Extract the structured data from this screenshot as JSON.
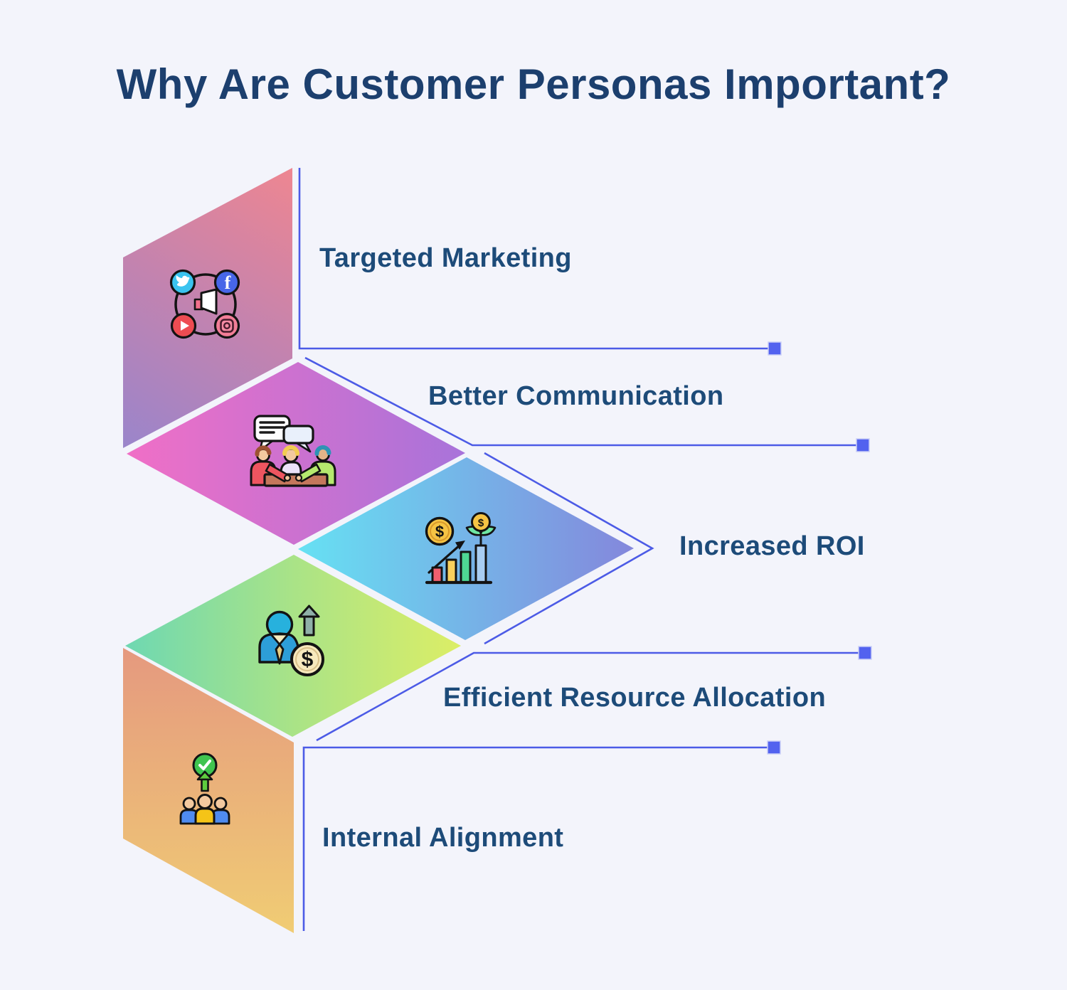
{
  "title": "Why Are Customer Personas Important?",
  "items": [
    {
      "label": "Targeted Marketing",
      "icon": "social-media-network-icon"
    },
    {
      "label": "Better Communication",
      "icon": "people-conversation-icon"
    },
    {
      "label": "Increased ROI",
      "icon": "money-growth-chart-icon"
    },
    {
      "label": "Efficient Resource Allocation",
      "icon": "person-salary-coin-icon"
    },
    {
      "label": "Internal Alignment",
      "icon": "team-approval-icon"
    }
  ],
  "colors": {
    "background": "#f3f4fb",
    "title_text": "#1c3f6e",
    "label_text": "#1d4b79",
    "connector_line": "#4c5be6",
    "connector_square": "#5262ef",
    "shape1_a": "#ee8691",
    "shape1_b": "#9a85cb",
    "shape2_a": "#f06fc6",
    "shape2_b": "#a873da",
    "shape3_a": "#66e1f3",
    "shape3_b": "#8487dc",
    "shape4_a": "#6ed8b2",
    "shape4_b": "#dcee66",
    "shape5_a": "#e5997f",
    "shape5_b": "#f0cc74"
  }
}
